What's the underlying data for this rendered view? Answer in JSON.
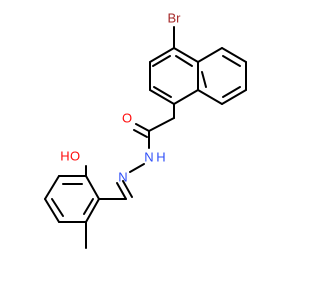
{
  "molecule": {
    "colors": {
      "bond": "#000000",
      "oxygen": "#ff0d0d",
      "nitrogen": "#3050f8",
      "bromine": "#a62929",
      "background": "#ffffff"
    },
    "labels": {
      "bromine": "Br",
      "carbonyl_oxygen": "O",
      "amide_nitrogen": "N",
      "amide_hydrogen": "H",
      "imine_nitrogen": "N",
      "phenol_hydrogen": "H",
      "phenol_oxygen": "O"
    }
  }
}
